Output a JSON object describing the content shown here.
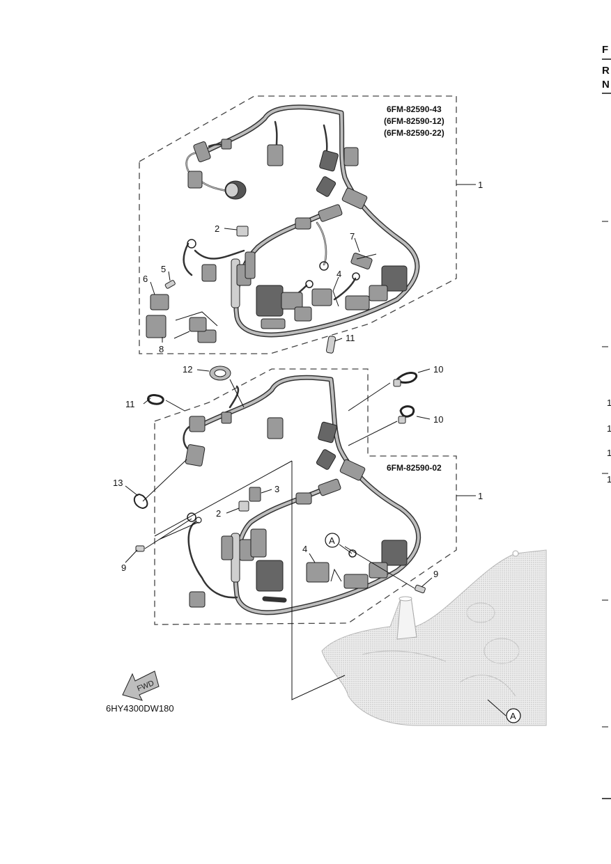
{
  "right_edge": {
    "header_letters": [
      "F",
      "R",
      "N"
    ],
    "side_numbers": [
      "1",
      "1",
      "1",
      "1"
    ]
  },
  "upper_assembly": {
    "part_numbers": [
      "6FM-82590-43",
      "(6FM-82590-12)",
      "(6FM-82590-22)"
    ],
    "callouts": [
      "1",
      "2",
      "4",
      "5",
      "6",
      "7",
      "8",
      "11"
    ]
  },
  "lower_assembly": {
    "part_numbers": [
      "6FM-82590-02"
    ],
    "callouts": [
      "1",
      "2",
      "3",
      "4",
      "9",
      "9",
      "10",
      "10",
      "11",
      "12",
      "13"
    ]
  },
  "reference_marks": [
    "A",
    "A"
  ],
  "fwd_label": "FWD",
  "drawing_code": "6HY4300DW180",
  "colors": {
    "line": "#111111",
    "harness": "#333333",
    "engine_fill": "#e9e9e9"
  },
  "icons": [
    "fwd-arrow-icon"
  ]
}
